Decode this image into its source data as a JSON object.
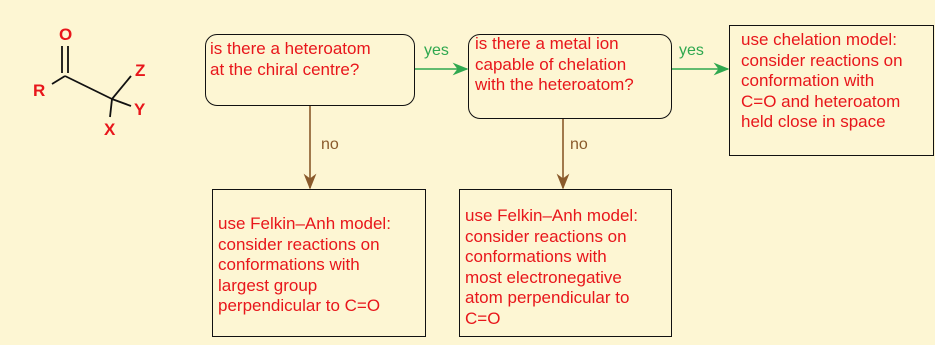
{
  "molecule": {
    "atoms": {
      "oxygen": "O",
      "r_group": "R",
      "z": "Z",
      "y": "Y",
      "x": "X"
    }
  },
  "nodes": {
    "q1": "is there a heteroatom\nat the chiral centre?",
    "q2": "is there a metal ion\ncapable of chelation\nwith the heteroatom?",
    "chelation": "use chelation model:\nconsider reactions on\nconformation with\nC=O and heteroatom\nheld close in space",
    "felkin1": "use Felkin–Anh model:\nconsider reactions on\nconformations  with\nlargest group\nperpendicular to C=O",
    "felkin2": "use Felkin–Anh model:\nconsider reactions on\nconformations with\nmost electronegative\natom perpendicular to\nC=O"
  },
  "edges": {
    "q1_to_q2": "yes",
    "q2_to_chelation": "yes",
    "q1_to_felkin1": "no",
    "q2_to_felkin2": "no"
  },
  "colors": {
    "background": "#fdf6d3",
    "text": "#e8161b",
    "yes_arrow": "#2fa84f",
    "no_arrow": "#8a5a2b",
    "border": "#111111"
  }
}
